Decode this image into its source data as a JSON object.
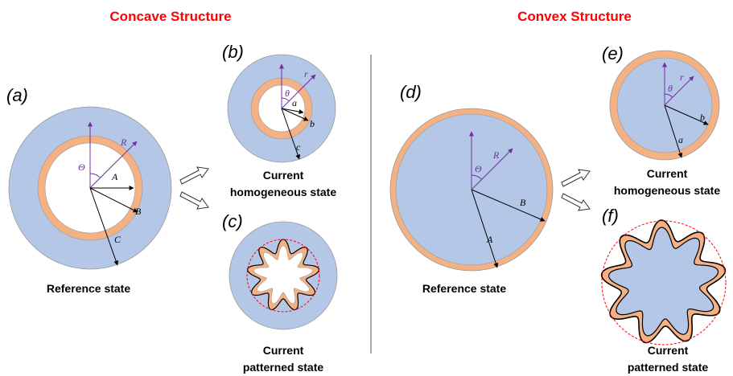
{
  "titles": {
    "concave": "Concave Structure",
    "convex": "Convex Structure"
  },
  "panels": {
    "a": {
      "label": "(a)",
      "caption": "Reference state",
      "symbols": {
        "R": "R",
        "Theta": "Θ",
        "A": "A",
        "B": "B",
        "C": "C"
      }
    },
    "b": {
      "label": "(b)",
      "caption_line1": "Current",
      "caption_line2": "homogeneous state",
      "symbols": {
        "r": "r",
        "theta": "θ",
        "a": "a",
        "b": "b",
        "c": "c"
      }
    },
    "c": {
      "label": "(c)",
      "caption_line1": "Current",
      "caption_line2": "patterned state"
    },
    "d": {
      "label": "(d)",
      "caption": "Reference state",
      "symbols": {
        "R": "R",
        "Theta": "Θ",
        "A": "A",
        "B": "B"
      }
    },
    "e": {
      "label": "(e)",
      "caption_line1": "Current",
      "caption_line2": "homogeneous state",
      "symbols": {
        "r": "r",
        "theta": "θ",
        "a": "a",
        "b": "b"
      }
    },
    "f": {
      "label": "(f)",
      "caption_line1": "Current",
      "caption_line2": "patterned state"
    }
  },
  "colors": {
    "substrate": "#b4c7e7",
    "film": "#f4b183",
    "title_red": "#ff0000",
    "symbol_purple": "#7030a0",
    "dashed_circle": "#ff0000"
  }
}
